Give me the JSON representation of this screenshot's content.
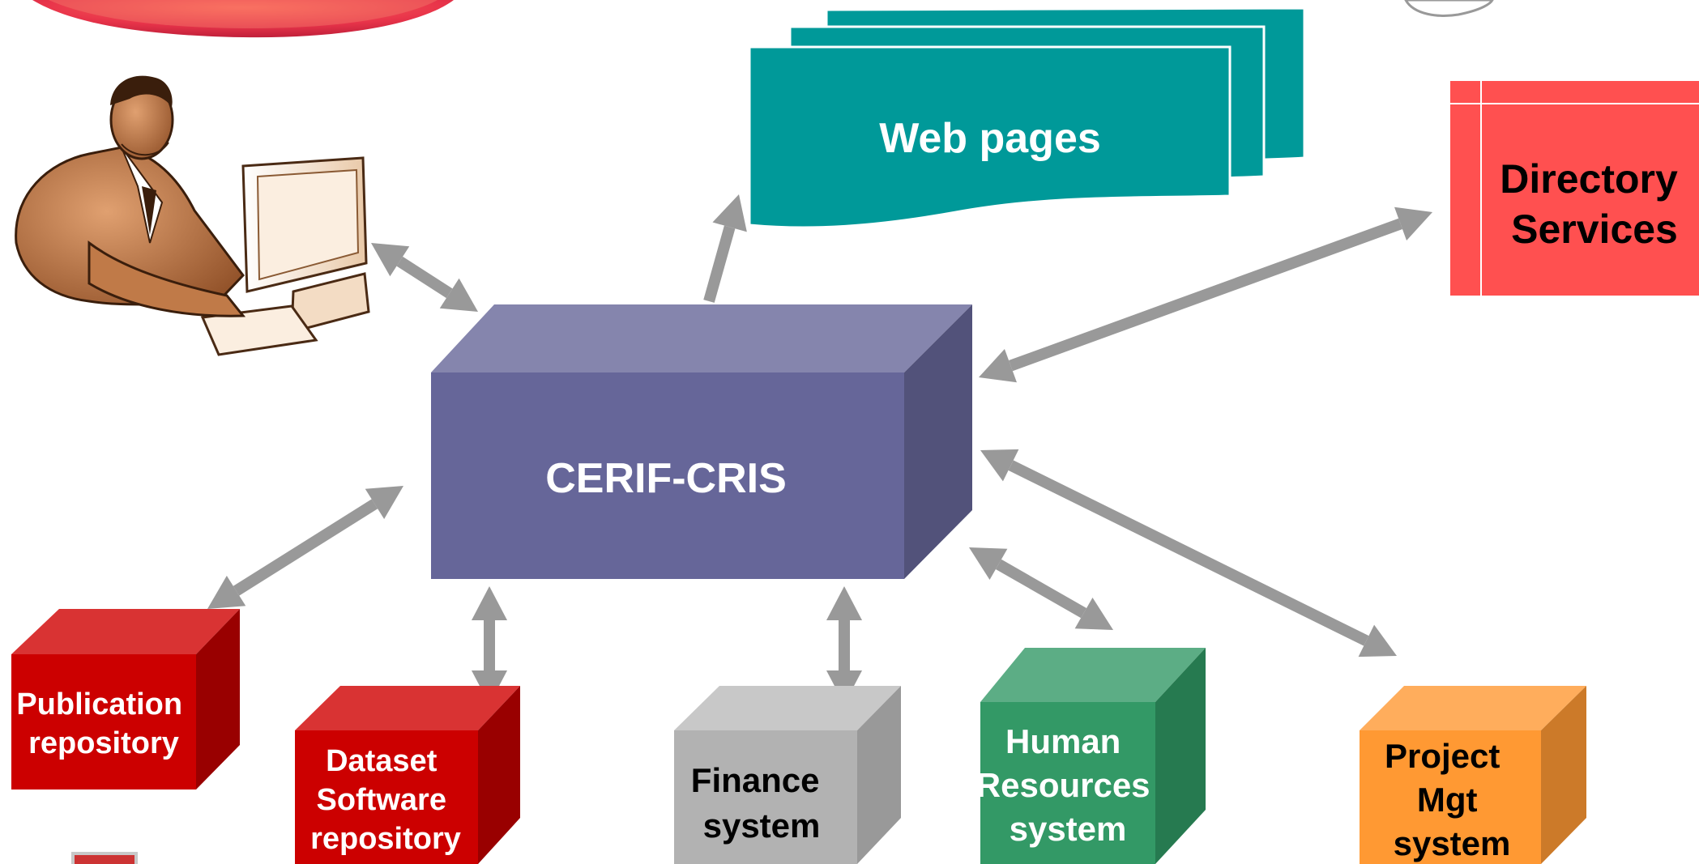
{
  "nodes": {
    "core": {
      "label": "CERIF-CRIS",
      "color": "#666699"
    },
    "web_pages": {
      "label": "Web pages",
      "color": "#009999"
    },
    "directory": {
      "label_lines": [
        "Directory",
        "Services"
      ],
      "color": "#ff5050"
    },
    "publication": {
      "label_lines": [
        "Publication",
        "repository"
      ],
      "color": "#cc0000"
    },
    "dataset": {
      "label_lines": [
        "Dataset",
        "Software",
        "repository"
      ],
      "color": "#cc0000"
    },
    "finance": {
      "label_lines": [
        "Finance",
        "system"
      ],
      "color": "#b2b2b2"
    },
    "hr": {
      "label_lines": [
        "Human",
        "Resources",
        "system"
      ],
      "color": "#339966"
    },
    "project": {
      "label_lines": [
        "Project",
        "Mgt",
        "system"
      ],
      "color": "#ff9933"
    }
  },
  "colors": {
    "arrow": "#999999",
    "text_light": "#ffffff",
    "text_dark": "#000000",
    "user_skin": "#b8703f"
  },
  "icons": [
    "user-at-computer-icon",
    "decorative-banner-icon"
  ]
}
